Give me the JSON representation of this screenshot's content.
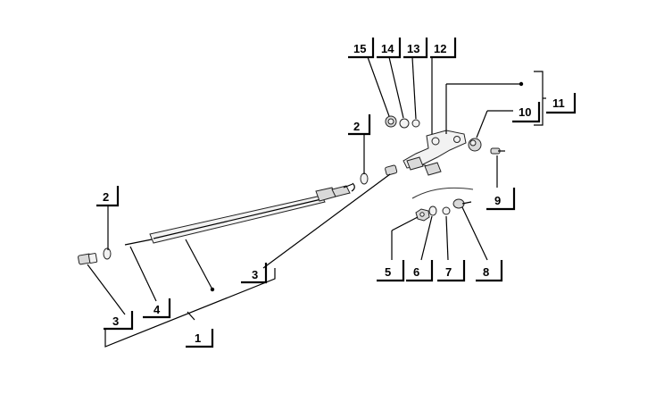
{
  "diagram": {
    "callouts": {
      "c1": "1",
      "c2a": "2",
      "c2b": "2",
      "c3a": "3",
      "c3b": "3",
      "c4": "4",
      "c5": "5",
      "c6": "6",
      "c7": "7",
      "c8": "8",
      "c9": "9",
      "c10": "10",
      "c11": "11",
      "c12": "12",
      "c13": "13",
      "c14": "14",
      "c15": "15"
    }
  }
}
